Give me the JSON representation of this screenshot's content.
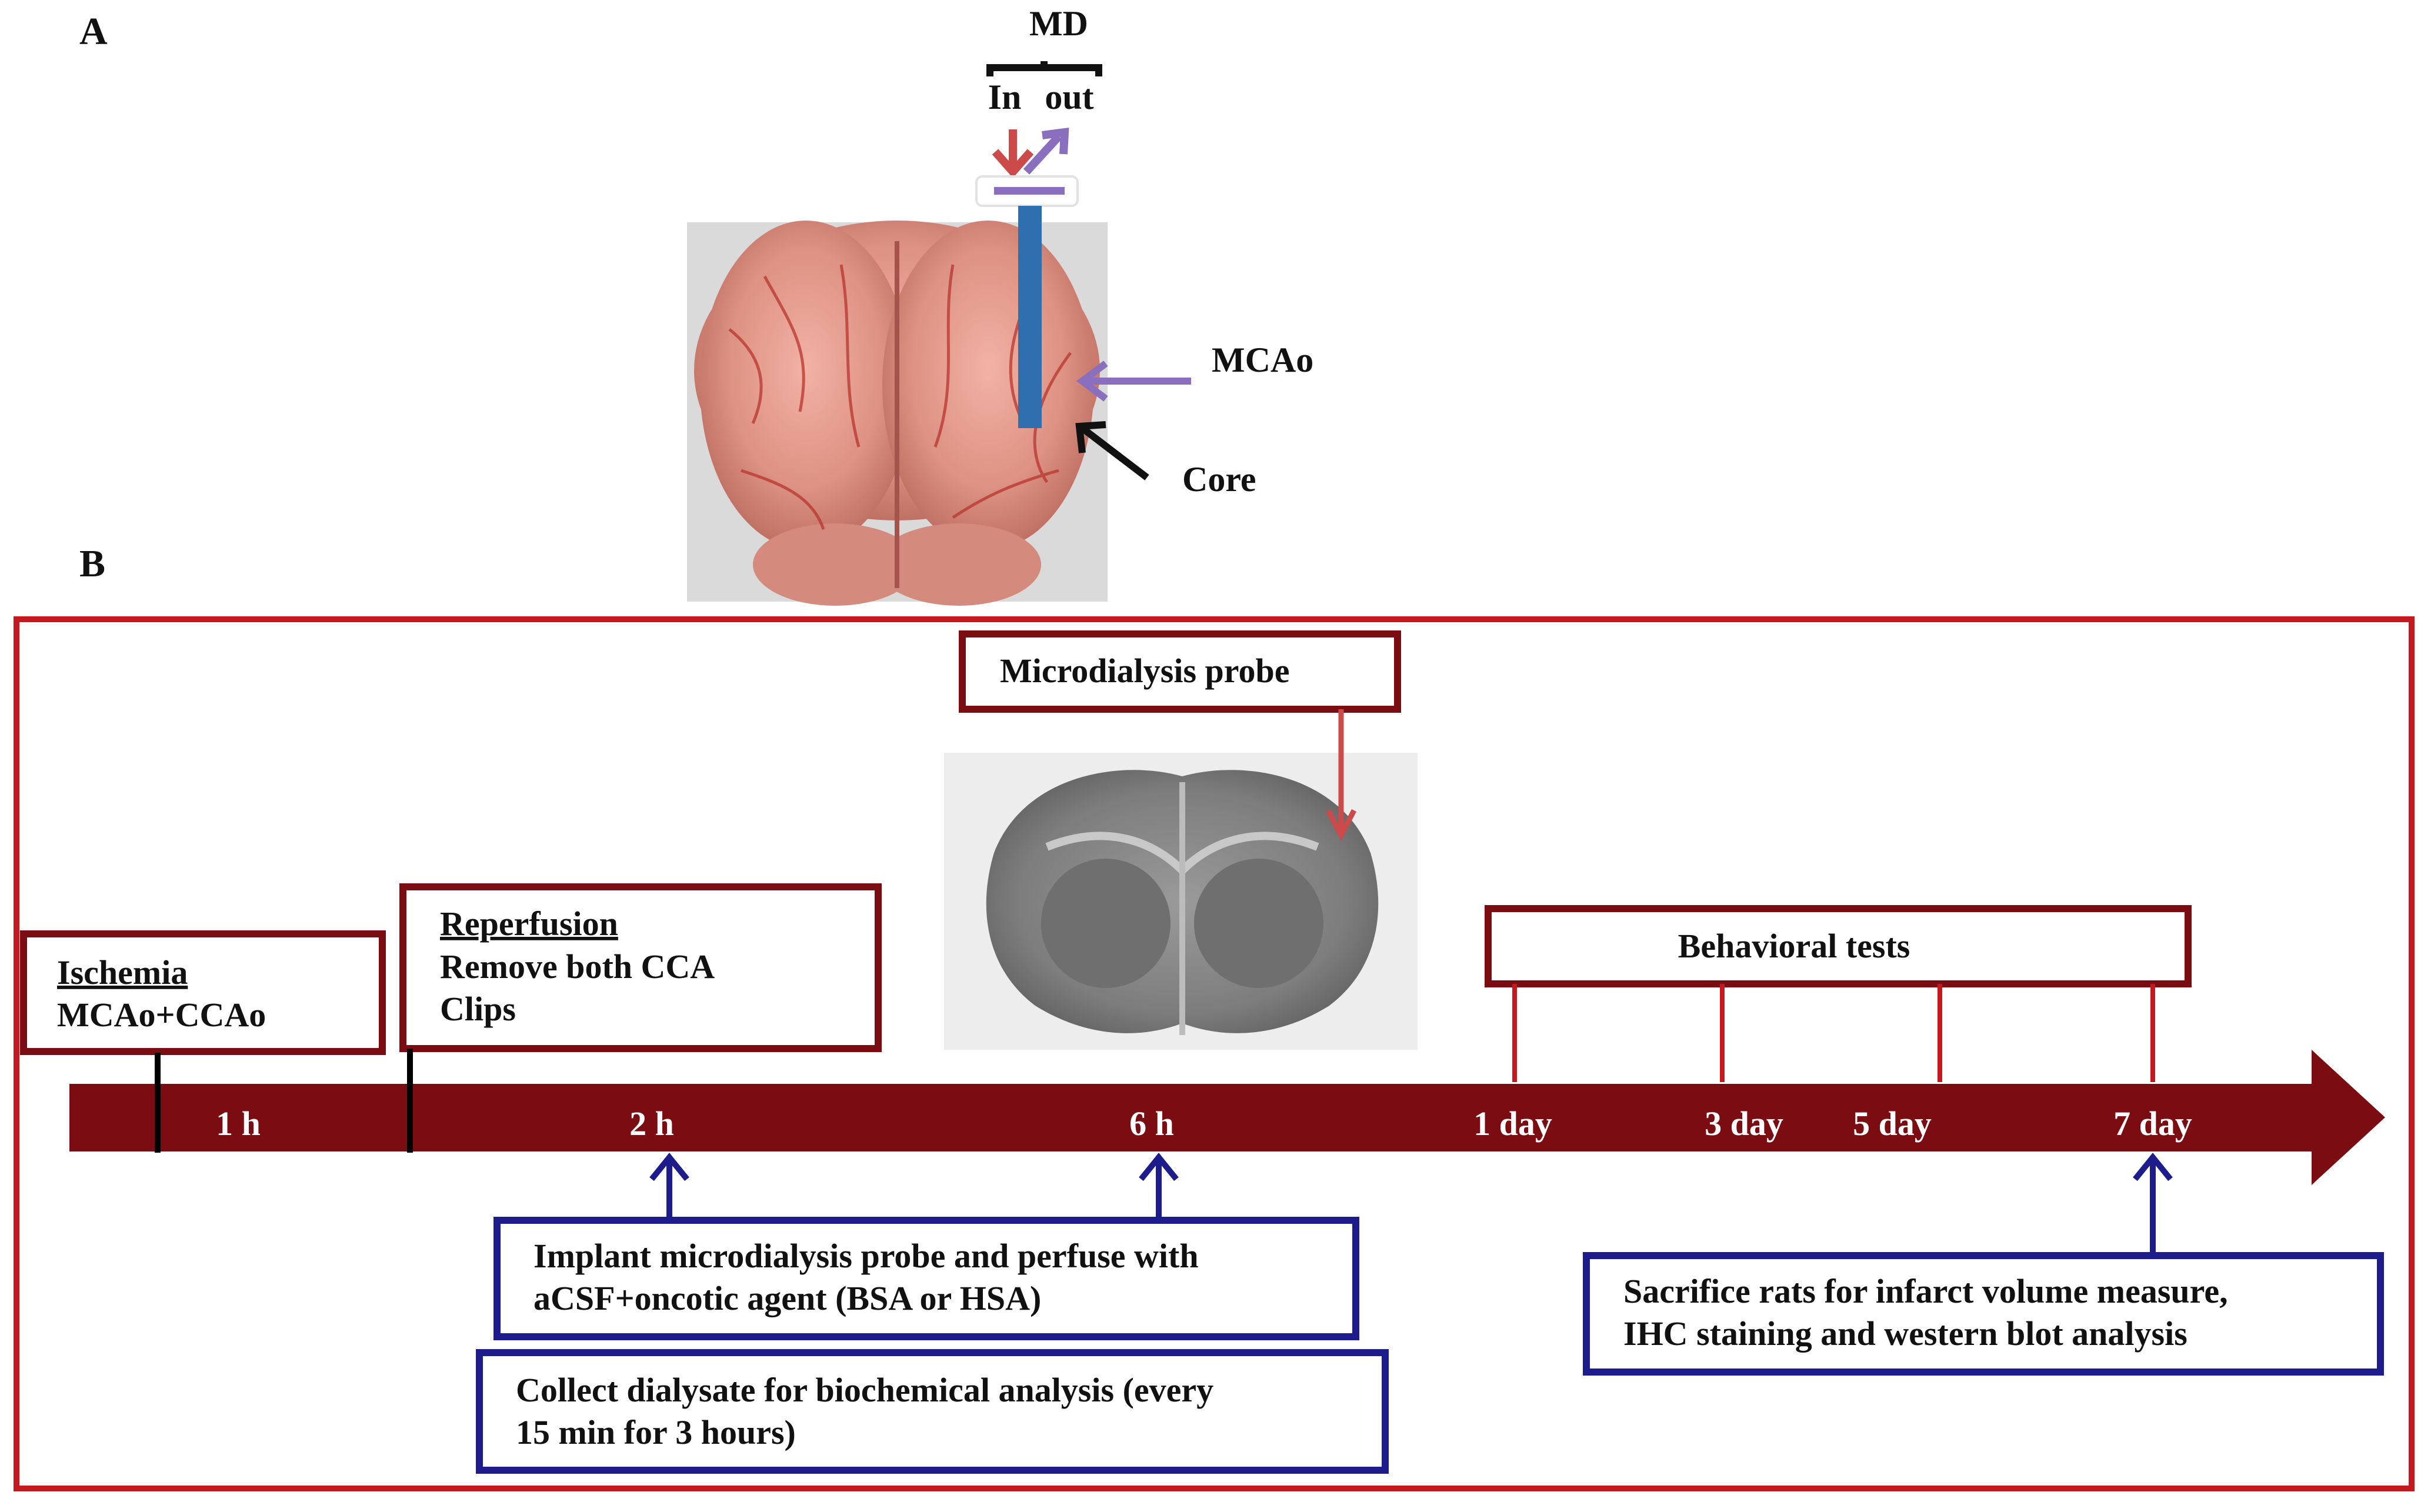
{
  "panel_a": {
    "label": "A",
    "md_label": "MD",
    "in_label": "In",
    "out_label": "out",
    "mcao_label": "MCAo",
    "core_label": "Core"
  },
  "panel_b": {
    "label": "B",
    "ischemia": {
      "title": "Ischemia",
      "line2": "MCAo+CCAo"
    },
    "reperfusion": {
      "title": "Reperfusion",
      "line2": "Remove both CCA",
      "line3": "Clips"
    },
    "microdialysis_probe": "Microdialysis probe",
    "behavioral_tests": "Behavioral tests",
    "timeline_ticks": [
      "1 h",
      "2 h",
      "6 h",
      "1 day",
      "3 day",
      "5 day",
      "7 day"
    ],
    "implant": {
      "line1": "Implant microdialysis probe and perfuse with",
      "line2": "aCSF+oncotic agent (BSA or HSA)"
    },
    "collect": {
      "line1": "Collect dialysate for biochemical analysis (every",
      "line2": "15 min for 3 hours)"
    },
    "sacrifice": {
      "line1": "Sacrifice rats for infarct volume measure,",
      "line2": "IHC staining and western blot analysis"
    }
  },
  "colors": {
    "dark_red": "#7b0d12",
    "frame_red": "#c41a1f",
    "navy": "#1c1c8c",
    "probe_blue": "#2f6fb0",
    "purple": "#8a6fbf",
    "arrow_red": "#cc4a4a"
  }
}
